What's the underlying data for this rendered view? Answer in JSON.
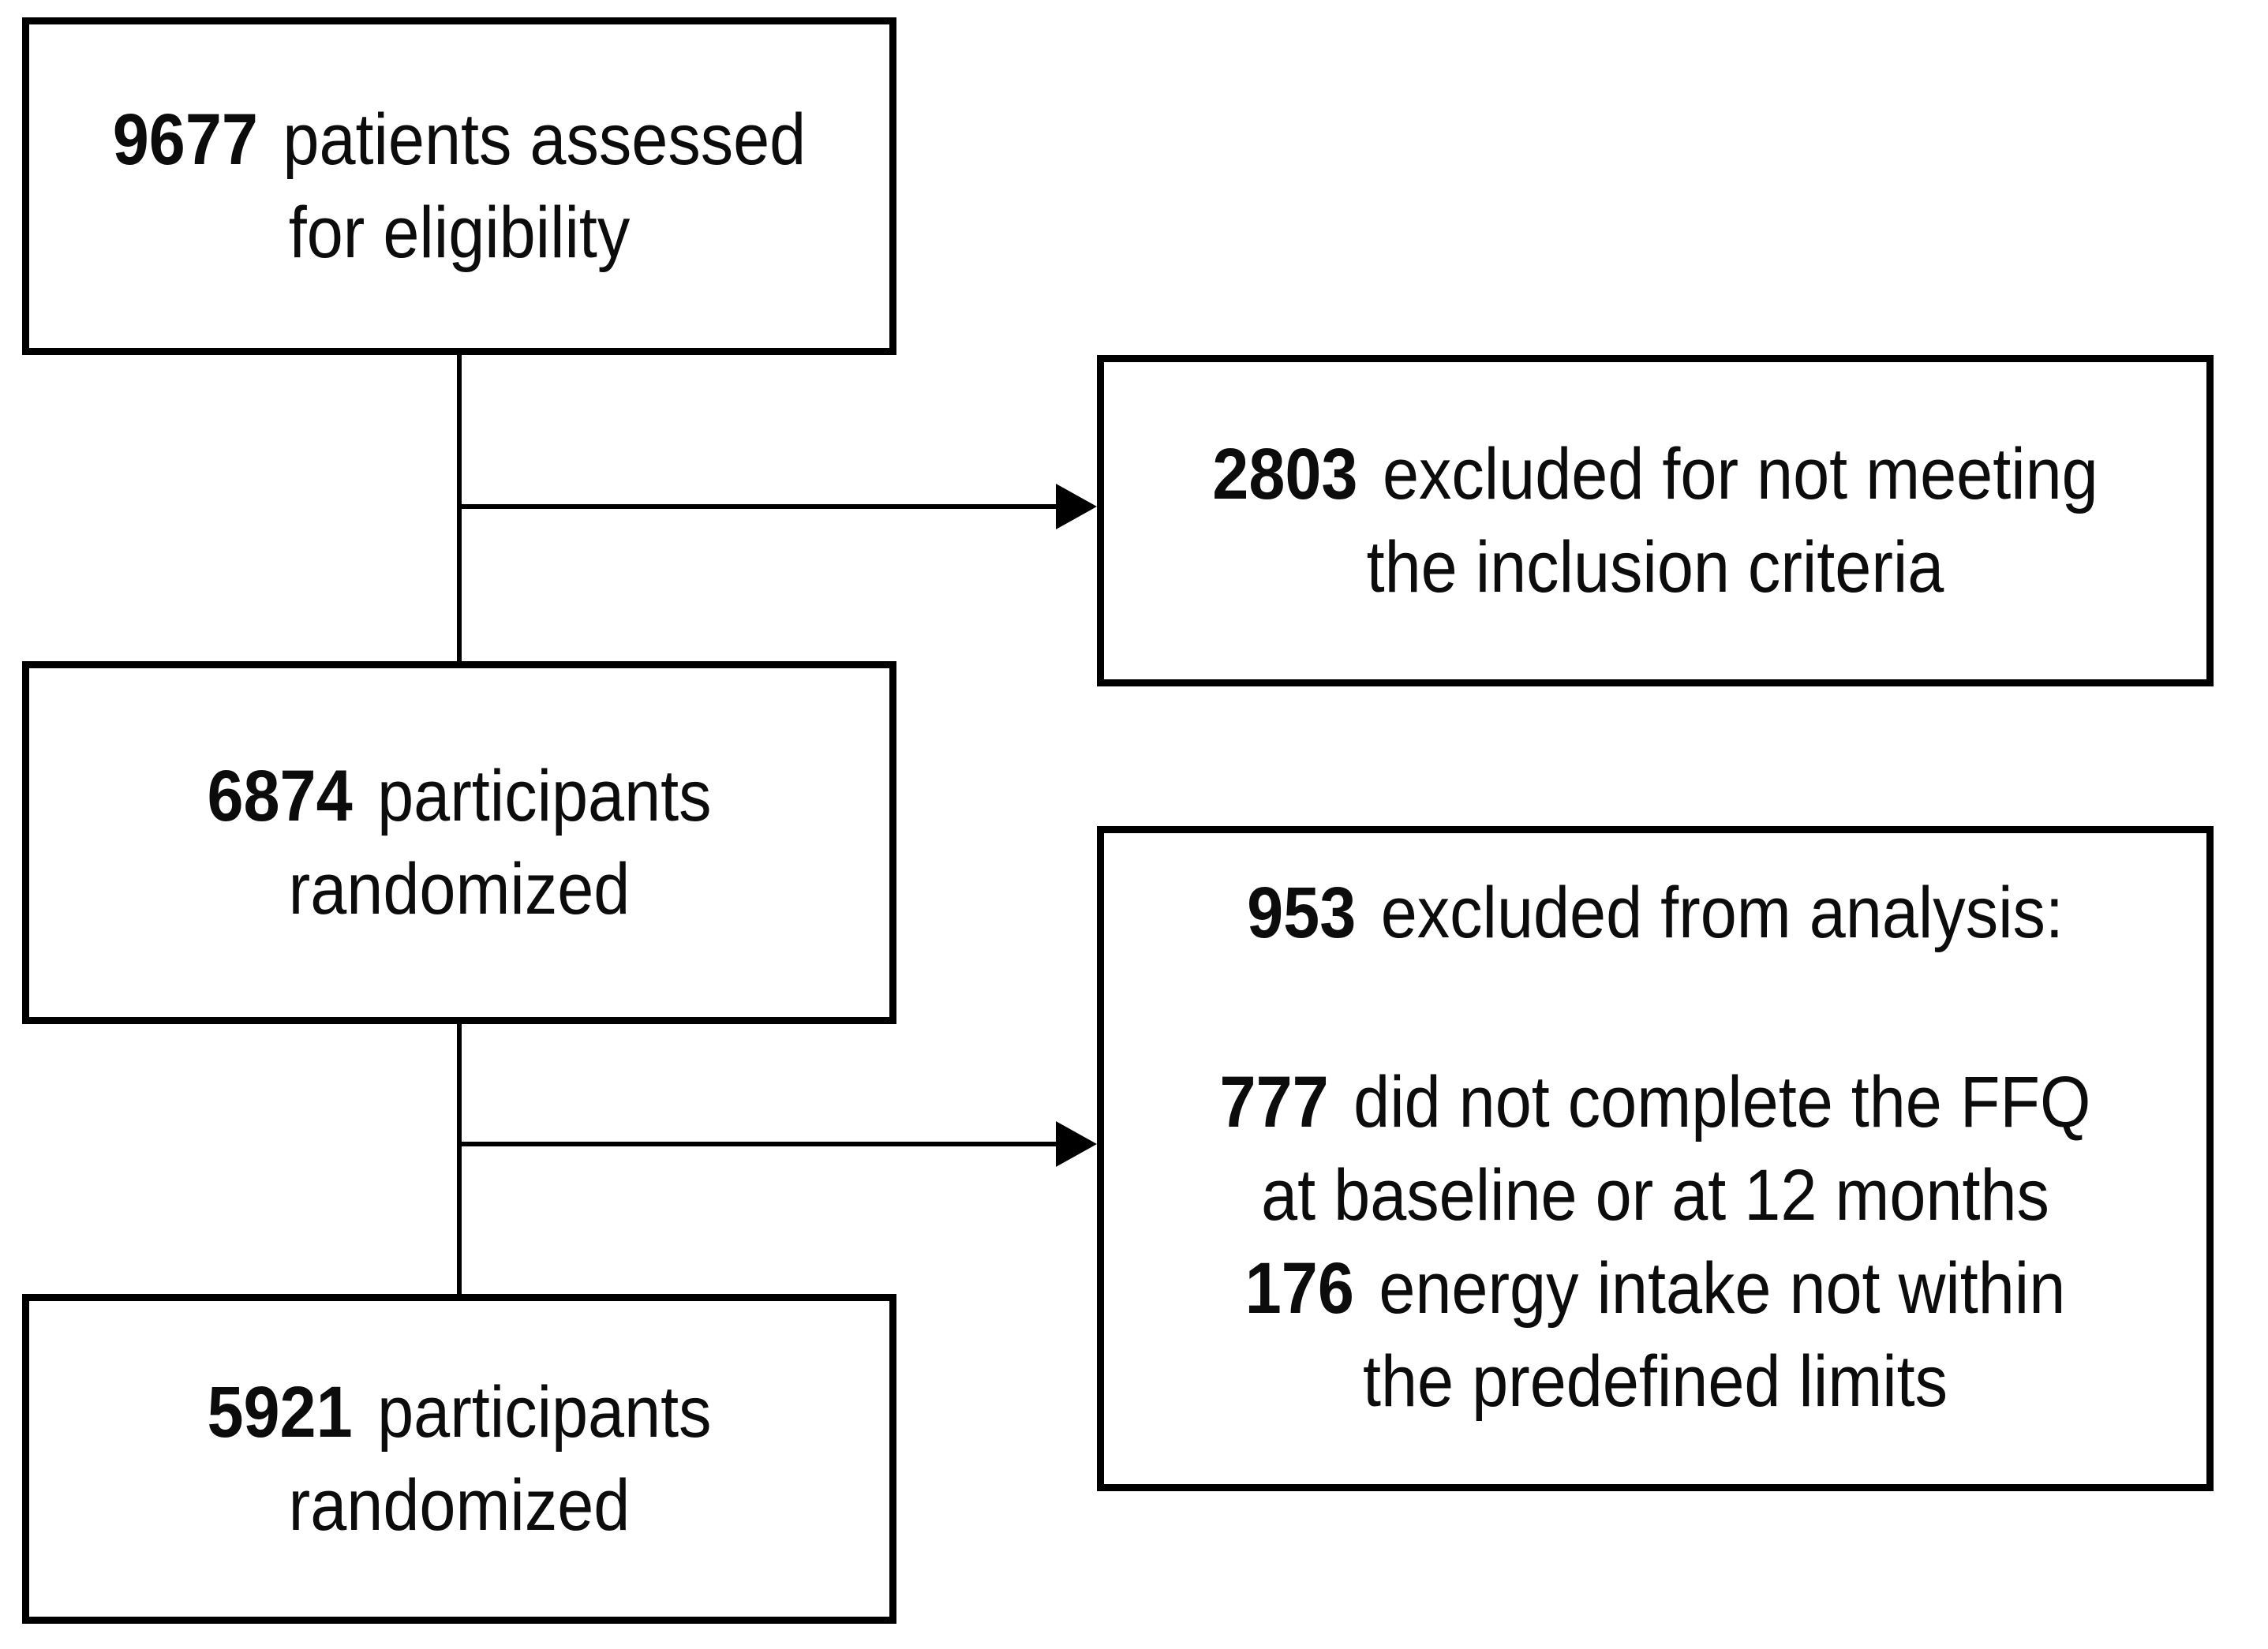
{
  "figure": {
    "type": "consort-flow-diagram",
    "colors": {
      "background": "#ffffff",
      "line": "#000000",
      "text": "#0c0c0c"
    }
  },
  "boxes": {
    "assessed": {
      "number": "9677",
      "text": "patients assessed",
      "text2": "for eligibility"
    },
    "excluded_inclusion": {
      "number": "2803",
      "text": "excluded for not meeting",
      "text2": "the inclusion criteria"
    },
    "randomized_mid": {
      "number": "6874",
      "text": "participants",
      "text2": "randomized"
    },
    "excluded_analysis": {
      "heading_number": "953",
      "heading_text": "excluded from analysis:",
      "reason1_number": "777",
      "reason1_text": "did not complete the FFQ",
      "reason1_text2": "at baseline or at 12 months",
      "reason2_number": "176",
      "reason2_text": "energy intake not within",
      "reason2_text2": "the predefined limits"
    },
    "randomized_final": {
      "number": "5921",
      "text": "participants",
      "text2": "randomized"
    }
  }
}
